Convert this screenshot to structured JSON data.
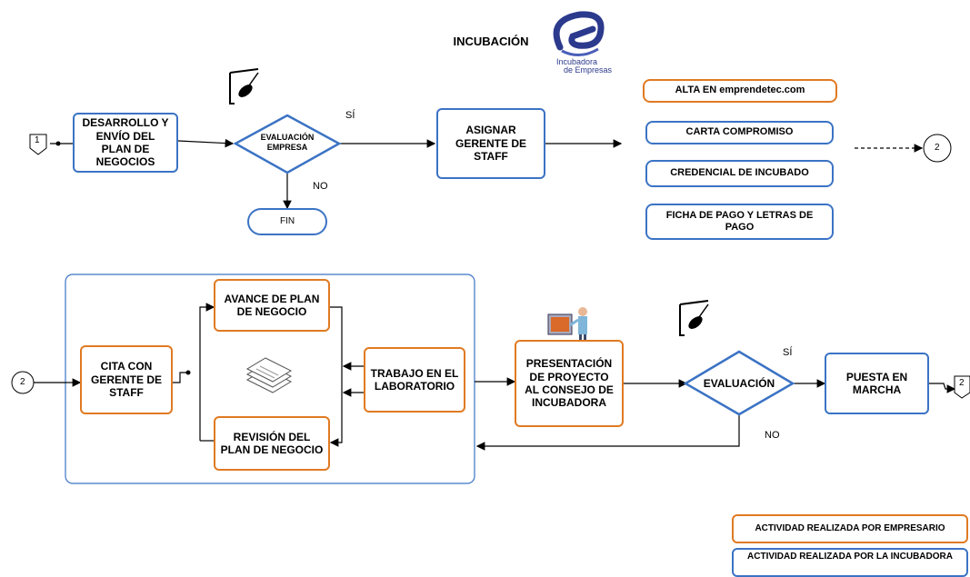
{
  "title": "INCUBACIÓN",
  "logo": {
    "text1": "Incubadora",
    "text2": "de Empresas",
    "color": "#2b3a8c"
  },
  "colors": {
    "blue": "#3b73c4",
    "orange": "#e07a22"
  },
  "connectors": {
    "start": "1",
    "mid": "2",
    "end": "2"
  },
  "top_flow": {
    "desarrollo": "DESARROLLO Y ENVÍO DEL PLAN DE NEGOCIOS",
    "evaluacion_empresa": "EVALUACIÓN EMPRESA",
    "si": "SÍ",
    "no": "NO",
    "fin": "FIN",
    "asignar": "ASIGNAR GERENTE DE STAFF",
    "docs": [
      "ALTA EN emprendetec.com",
      "CARTA COMPROMISO",
      "CREDENCIAL DE INCUBADO",
      "FICHA DE PAGO Y LETRAS DE PAGO"
    ]
  },
  "bottom_flow": {
    "cita": "CITA CON GERENTE DE STAFF",
    "avance": "AVANCE DE PLAN DE NEGOCIO",
    "revision": "REVISIÓN DEL PLAN DE NEGOCIO",
    "trabajo": "TRABAJO EN EL LABORATORIO",
    "presentacion": "PRESENTACIÓN DE PROYECTO AL CONSEJO DE INCUBADORA",
    "evaluacion": "EVALUACIÓN",
    "si": "SÍ",
    "no": "NO",
    "puesta": "PUESTA EN MARCHA"
  },
  "legend": {
    "empresario": "ACTIVIDAD REALIZADA POR EMPRESARIO",
    "incubadora": "ACTIVIDAD REALIZADA POR LA INCUBADORA"
  }
}
